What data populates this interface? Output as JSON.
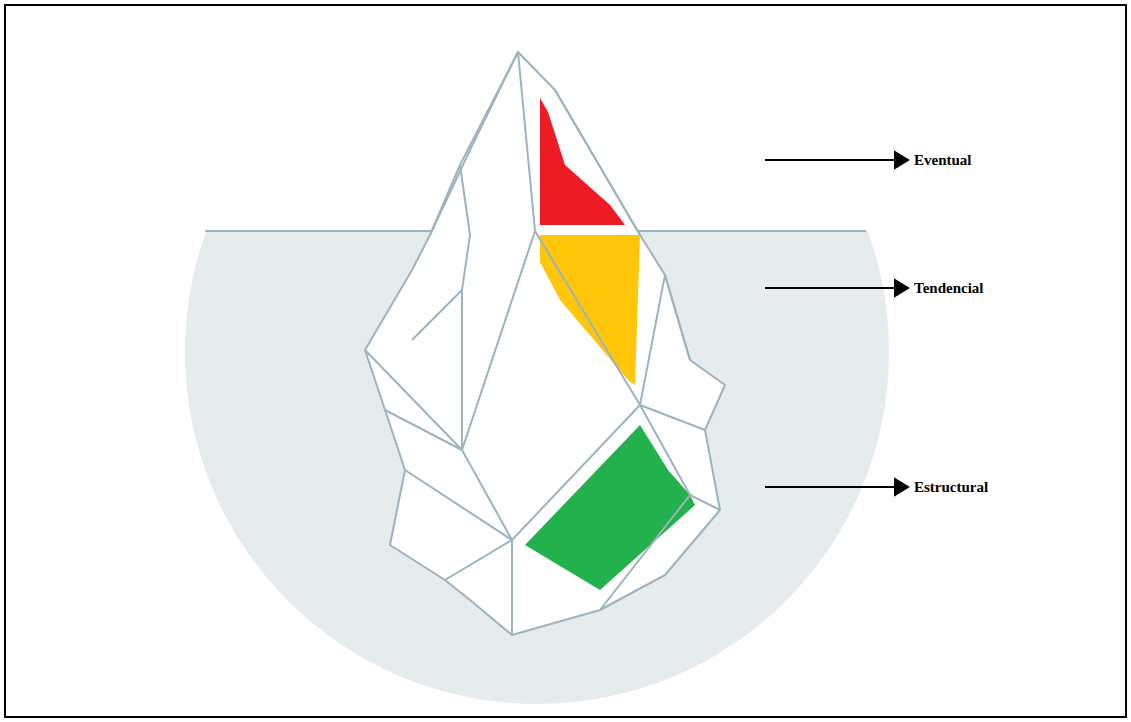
{
  "diagram": {
    "labels": [
      "Eventual",
      "Tendencial",
      "Estructural"
    ]
  }
}
